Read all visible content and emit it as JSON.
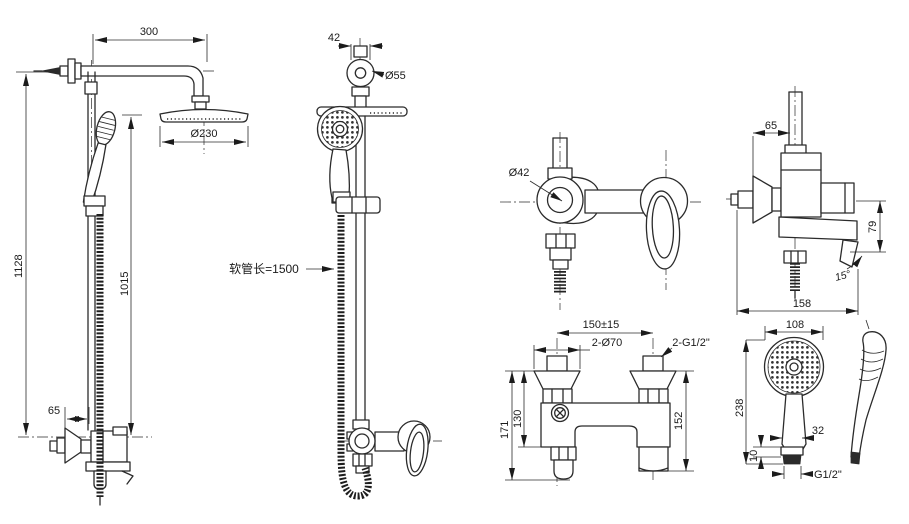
{
  "page": {
    "background": "#ffffff",
    "line_color": "#2b2b2b"
  },
  "views": {
    "shower_column_front": {
      "arm_length": "300",
      "rain_head_diameter": "Ø230",
      "overall_height": "1128",
      "rail_height": "1015",
      "valve_wall_offset": "65"
    },
    "shower_column_side": {
      "elbow_offset": "42",
      "escutcheon_diameter": "Ø55",
      "hose_length_note": "软管长=1500"
    },
    "mixer_front": {
      "body_diameter": "Ø42"
    },
    "mixer_side": {
      "wall_depth": "65",
      "spout_drop": "79",
      "spout_angle": "15°",
      "overall_depth": "158"
    },
    "mixer_back": {
      "inlet_spacing": "150±15",
      "escutcheons": "2-Ø70",
      "inlet_threads": "2-G1/2\"",
      "overall_height": "171",
      "body_height": "130",
      "right_height": "152"
    },
    "hand_shower_front": {
      "head_width": "108",
      "overall_length": "238",
      "handle_width": "32",
      "collar_height": "10",
      "thread": "G1/2\""
    }
  }
}
